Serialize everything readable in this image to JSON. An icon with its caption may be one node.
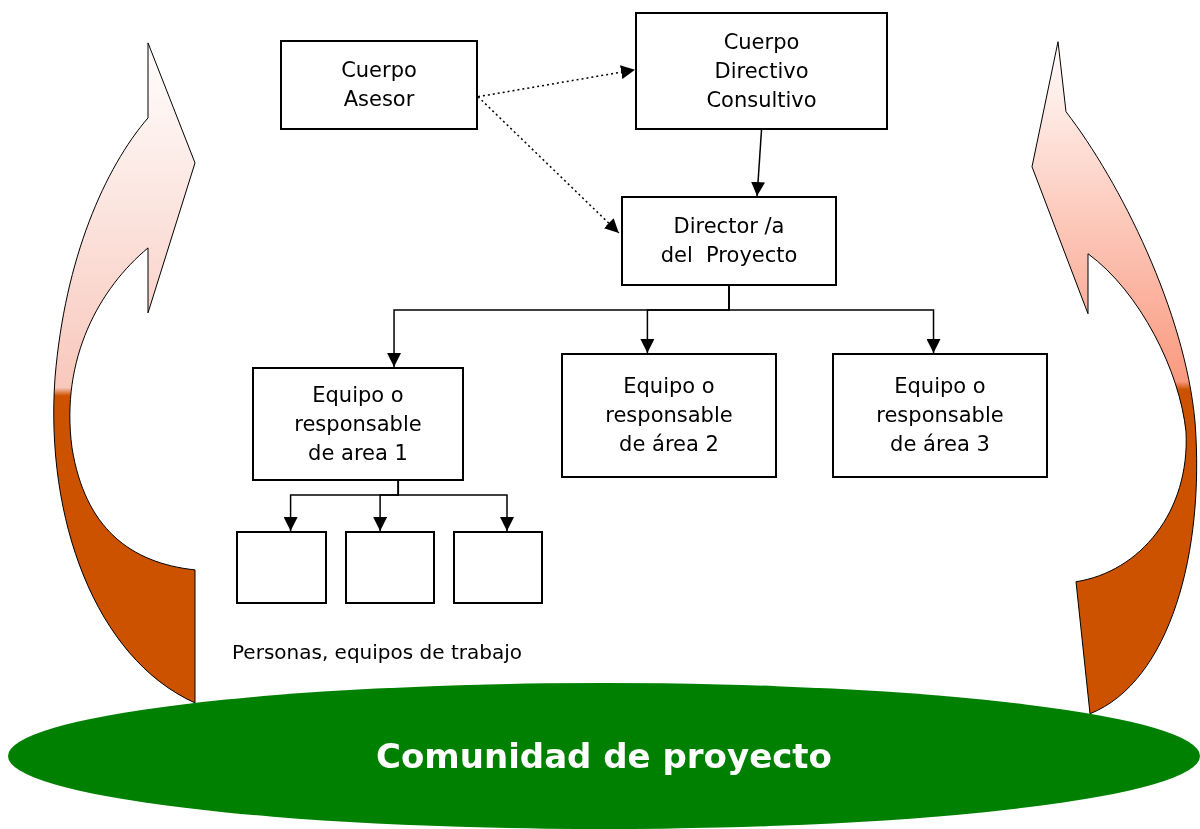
{
  "diagram": {
    "nodes": [
      {
        "text": [
          "Cuerpo Asesor"
        ]
      },
      {
        "text": [
          "Cuerpo Directivo Consultivo"
        ]
      },
      {
        "text": [
          "Director /a del  Proyecto"
        ]
      },
      {
        "text": [
          "Equipo o responsable de area 1"
        ]
      },
      {
        "text": [
          "Equipo o responsable de área 2"
        ]
      },
      {
        "text": [
          "Equipo o responsable de área 3"
        ]
      },
      {
        "text": [],
        "shape": "box"
      },
      {
        "text": [],
        "shape": "box"
      },
      {
        "text": [],
        "shape": "box"
      },
      {
        "text": [
          "Comunidad de proyecto"
        ]
      }
    ],
    "edges": [
      {
        "from": 0,
        "to": 1,
        "arrow": "to",
        "style": "dashed"
      },
      {
        "from": 0,
        "to": 2,
        "arrow": "to",
        "style": "dashed"
      },
      {
        "from": 1,
        "to": 2,
        "arrow": "to"
      },
      {
        "from": 2,
        "to": 3,
        "arrow": "to"
      },
      {
        "from": 2,
        "to": 4,
        "arrow": "to"
      },
      {
        "from": 2,
        "to": 5,
        "arrow": "to"
      },
      {
        "from": 3,
        "to": 6,
        "arrow": "to"
      },
      {
        "from": 3,
        "to": 7,
        "arrow": "to"
      },
      {
        "from": 3,
        "to": 8,
        "arrow": "to"
      },
      {
        "from": 9,
        "to": null,
        "arrow": "to",
        "style": "thick"
      },
      {
        "from": 9,
        "to": null,
        "arrow": "to",
        "style": "thick"
      }
    ],
    "labels": [
      "Personas, equipos de trabajo"
    ]
  }
}
